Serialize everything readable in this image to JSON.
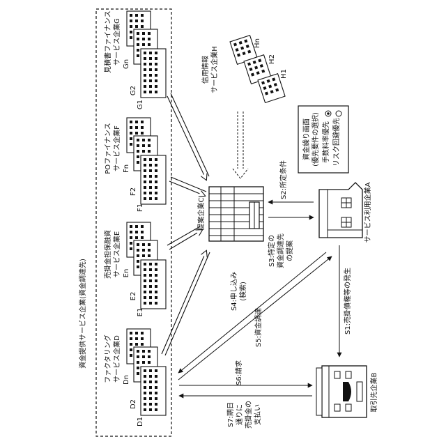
{
  "providers_group_label": "資金提供サービス企業(資金調達先)",
  "groups": [
    {
      "id": "G",
      "label_line1": "見積書ファイナンス",
      "label_line2": "サービス企業G",
      "items": [
        "Gn",
        "G2",
        "G1"
      ]
    },
    {
      "id": "F",
      "label_line1": "POファイナンス",
      "label_line2": "サービス企業F",
      "items": [
        "Fn",
        "F2",
        "F1"
      ]
    },
    {
      "id": "E",
      "label_line1": "売掛金担保融資",
      "label_line2": "サービス企業E",
      "items": [
        "En",
        "E2",
        "E1"
      ]
    },
    {
      "id": "D",
      "label_line1": "ファクタリング",
      "label_line2": "サービス企業D",
      "items": [
        "Dn",
        "D2",
        "D1"
      ]
    }
  ],
  "credit_info": {
    "label_line1": "信用情報",
    "label_line2": "サービス企業H",
    "items": [
      "Hn",
      "H2",
      "H1"
    ]
  },
  "proposal_company": "提案企業C",
  "service_user": "サービス利用企業A",
  "trading_partner": "取引先企業B",
  "screen": {
    "title_line1": "資金繰り画面",
    "title_line2": "(優先要件の選択)",
    "option_fee": "手数料率優先",
    "option_risk": "リスク回避優先"
  },
  "steps": {
    "s1": "S1:売掛債権等の発生",
    "s2": "S2:所定条件",
    "s3_l1": "S3:特定の",
    "s3_l2": "資金調達先",
    "s3_l3": "の提案",
    "s4_l1": "S4:申し込み",
    "s4_l2": "(検索)",
    "s5": "S5:資金調達",
    "s6": "S6:請求",
    "s7_l1": "S7:期日",
    "s7_l2": "通りに",
    "s7_l3": "売掛金の",
    "s7_l4": "支払い"
  }
}
